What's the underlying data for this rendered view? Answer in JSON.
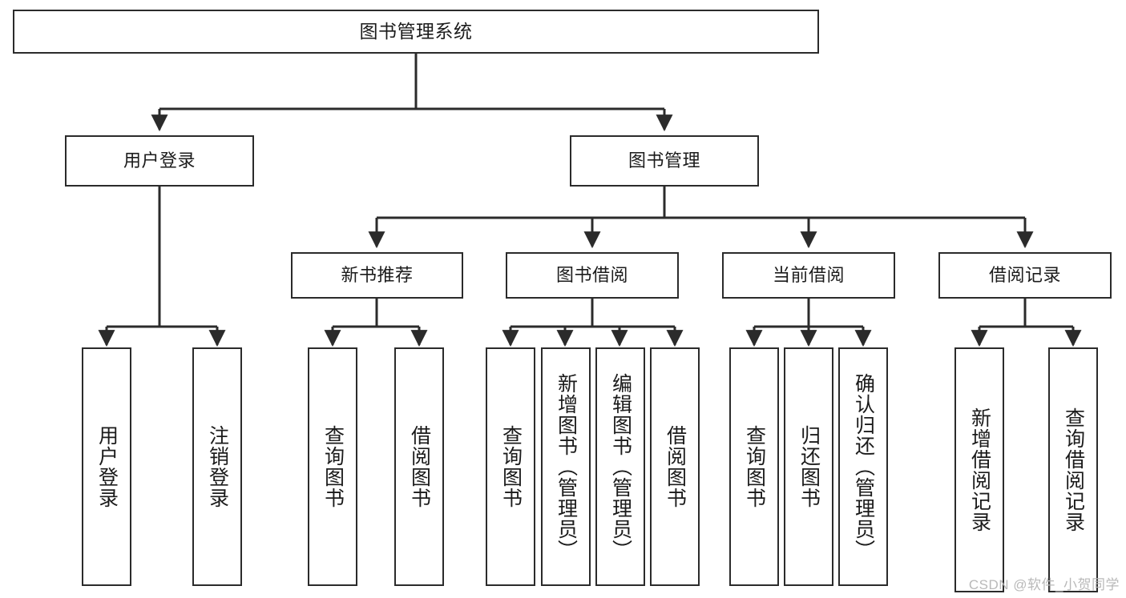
{
  "diagram": {
    "title": "图书管理系统",
    "type": "hierarchy-tree",
    "watermark": "CSDN @软件_小贺同学",
    "colors": {
      "box_border": "#2b2b2b",
      "box_fill": "#ffffff",
      "connector": "#2b2b2b",
      "text": "#1b1b1b",
      "watermark": "#b9b9b9",
      "background": "#ffffff"
    },
    "nodes": {
      "root": {
        "label": "图书管理系统"
      },
      "level2": [
        {
          "label": "用户登录"
        },
        {
          "label": "图书管理"
        }
      ],
      "level3": [
        {
          "label": "新书推荐"
        },
        {
          "label": "图书借阅"
        },
        {
          "label": "当前借阅"
        },
        {
          "label": "借阅记录"
        }
      ],
      "leaves_user_login": [
        {
          "label": "用户登录"
        },
        {
          "label": "注销登录"
        }
      ],
      "leaves_new_book": [
        {
          "label": "查询图书"
        },
        {
          "label": "借阅图书"
        }
      ],
      "leaves_borrow": [
        {
          "label": "查询图书"
        },
        {
          "label": "新增图书（管理员）"
        },
        {
          "label": "编辑图书（管理员）"
        },
        {
          "label": "借阅图书"
        }
      ],
      "leaves_current": [
        {
          "label": "查询图书"
        },
        {
          "label": "归还图书"
        },
        {
          "label": "确认归还（管理员）"
        }
      ],
      "leaves_records": [
        {
          "label": "新增借阅记录"
        },
        {
          "label": "查询借阅记录"
        }
      ]
    }
  }
}
